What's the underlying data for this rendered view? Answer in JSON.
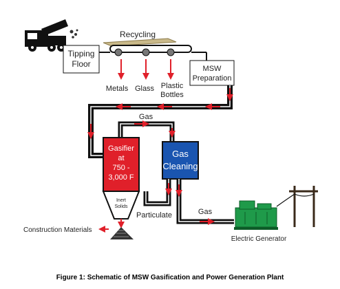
{
  "labels": {
    "tipping_floor_line1": "Tipping",
    "tipping_floor_line2": "Floor",
    "recycling": "Recycling",
    "metals": "Metals",
    "glass": "Glass",
    "plastic_line1": "Plastic",
    "plastic_line2": "Bottles",
    "msw_prep_line1": "MSW",
    "msw_prep_line2": "Preparation",
    "gas_top": "Gas",
    "gasifier_line1": "Gasifier",
    "gasifier_line2": "at",
    "gasifier_line3": "750 -",
    "gasifier_line4": "3,000 F",
    "gas_cleaning_line1": "Gas",
    "gas_cleaning_line2": "Cleaning",
    "inert_line1": "Inert",
    "inert_line2": "Solids",
    "particulate": "Particulate",
    "gas_right": "Gas",
    "construction_materials": "Construction Materials",
    "electric_generator": "Electric Generator"
  },
  "caption": "Figure 1: Schematic of MSW Gasification and Power Generation Plant",
  "colors": {
    "flow_line": "#111111",
    "arrow": "#e0202a",
    "gasifier": "#e0202a",
    "gas_cleaning": "#1a55b0",
    "generator": "#1f9a4a",
    "conveyor": "#c9b98a"
  }
}
